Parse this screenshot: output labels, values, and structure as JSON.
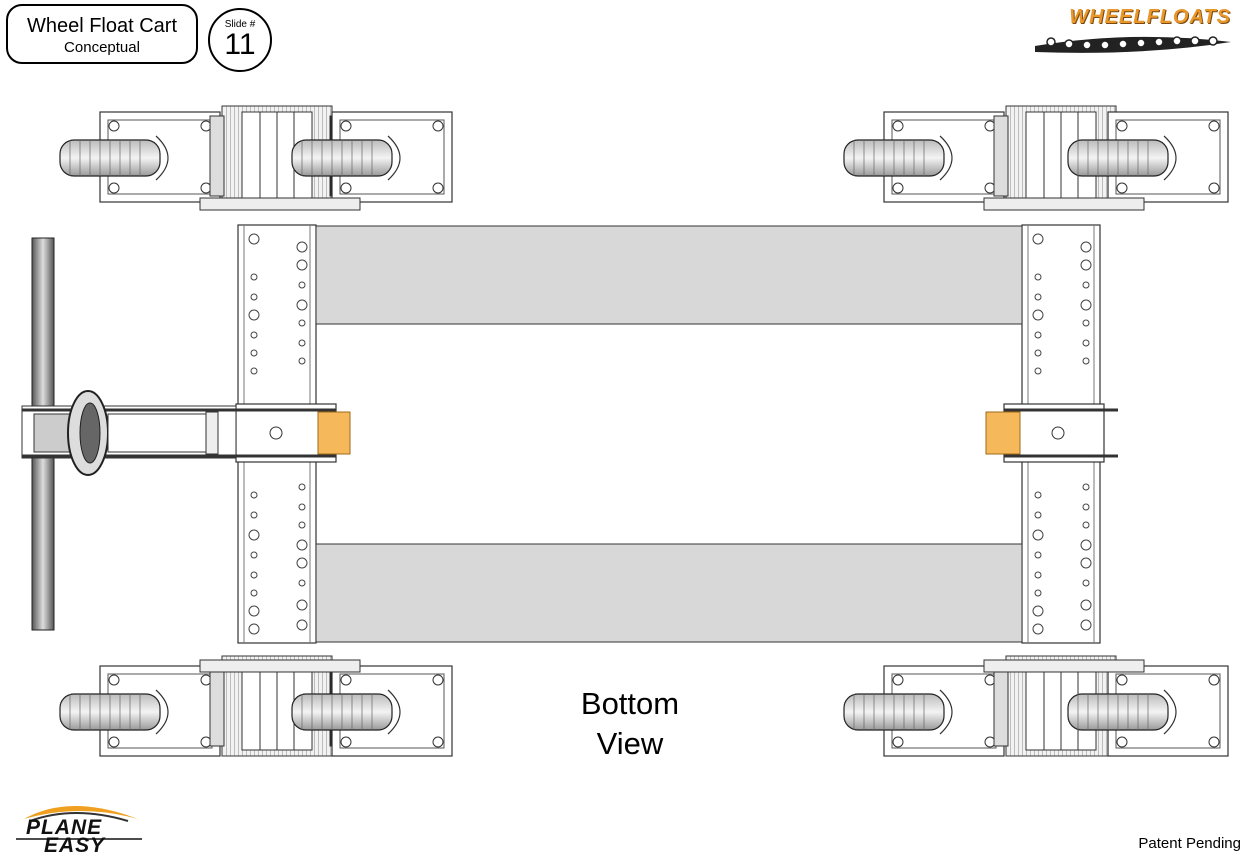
{
  "title_box": {
    "title": "Wheel Float Cart",
    "subtitle": "Conceptual"
  },
  "slide": {
    "label": "Slide #",
    "number": "11"
  },
  "brand_logo": {
    "text": "WHEELFLOATS",
    "color": "#e9972a"
  },
  "view_label": {
    "line1": "Bottom",
    "line2": "View"
  },
  "company_logo": {
    "line1": "PLANE",
    "line2": "EASY",
    "accent": "#f0a020"
  },
  "footer": {
    "patent": "Patent Pending"
  },
  "colors": {
    "panel_gray": "#d8d8d8",
    "orange_block": "#f5b85a",
    "line": "#333333"
  }
}
